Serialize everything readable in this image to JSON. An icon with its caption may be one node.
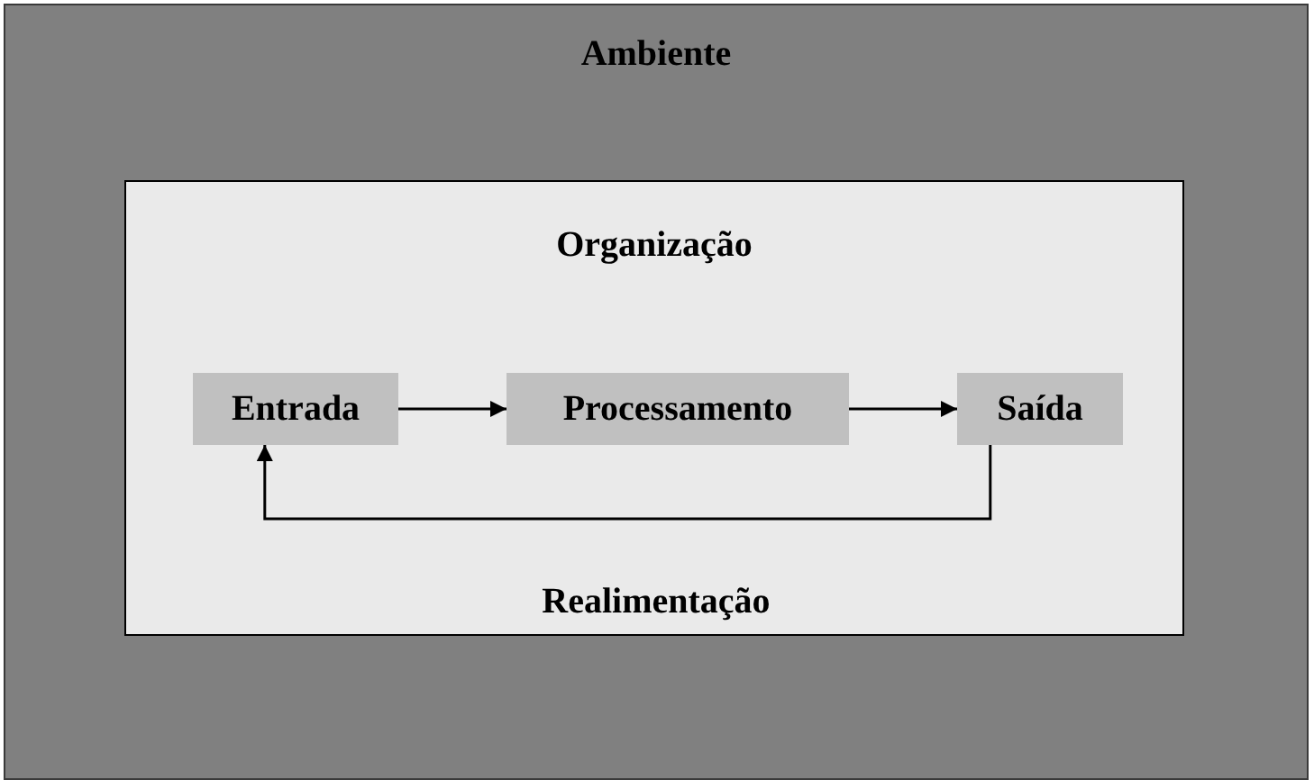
{
  "diagram": {
    "nodes": [
      {
        "text": [
          "Ambiente"
        ]
      },
      {
        "text": [
          "Organização"
        ],
        "in": 0
      },
      {
        "text": [
          "Entrada"
        ],
        "in": 1
      },
      {
        "text": [
          "Processamento"
        ],
        "in": 1
      },
      {
        "text": [
          "Saída"
        ],
        "in": 1
      }
    ],
    "edges": [
      {
        "from": 2,
        "to": 3,
        "arrow": "to"
      },
      {
        "from": 3,
        "to": 4,
        "arrow": "to"
      },
      {
        "from": 4,
        "to": 2,
        "arrow": "to",
        "label": "Realimentação"
      }
    ]
  }
}
